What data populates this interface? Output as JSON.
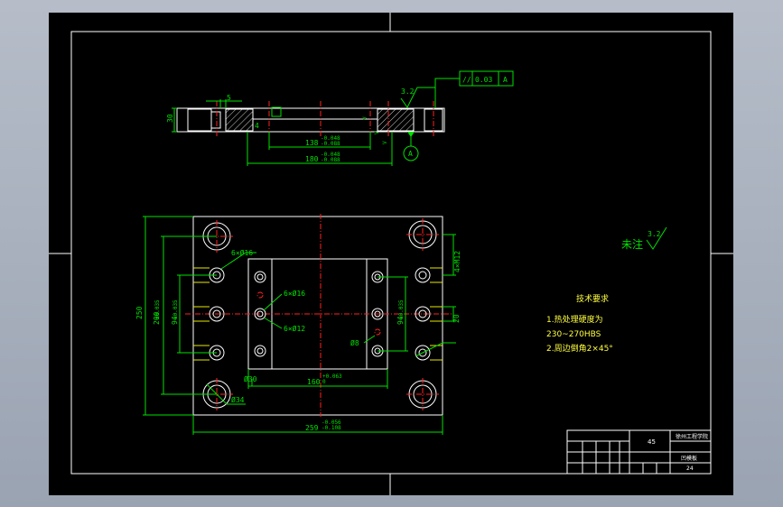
{
  "colors": {
    "paper": "#000000",
    "frame": "#ffffff",
    "dimension": "#00e000",
    "centerline": "#ff2020",
    "notes": "#ffff40"
  },
  "top_view": {
    "dim_5": "5",
    "dim_30": "30",
    "dim_4": "4",
    "dim_138": "138",
    "dim_138_tol_upper": "-0.048",
    "dim_138_tol_lower": "-0.088",
    "dim_180": "180",
    "dim_180_tol_upper": "-0.048",
    "dim_180_tol_lower": "-0.088",
    "roughness_top": "3.2",
    "datum_letter": "A",
    "tolerance_symbol": "//",
    "tolerance_value": "0.03",
    "tolerance_datum": "A"
  },
  "plan_view": {
    "dim_250": "250",
    "dim_200": "200",
    "dim_200_tol": "±0.035",
    "dim_94": "94",
    "dim_94_tol": "±0.035",
    "dim_94_right": "94",
    "dim_94_right_tol": "±0.035",
    "label_holes_16_outer": "6×Ø16",
    "label_holes_16_inner": "6×Ø16",
    "label_holes_12": "6×Ø12",
    "label_phi8": "Ø8",
    "label_phi30": "Ø30",
    "label_phi34": "Ø34",
    "dim_4xM12": "4×M12",
    "dim_20": "20",
    "dim_160": "160",
    "dim_160_tol_upper": "+0.063",
    "dim_160_tol_lower": "0",
    "dim_259": "259",
    "dim_259_tol_upper": "-0.056",
    "dim_259_tol_lower": "-0.108"
  },
  "notes": {
    "other_roughness_label": "未注",
    "other_roughness_value": "3.2",
    "title": "技术要求",
    "line1": "1.热处理硬度为",
    "line2": "230~270HBS",
    "line3": "2.周边倒角2×45°"
  },
  "title_block": {
    "material": "45",
    "school": "徐州工程学院",
    "part_name": "凹模板",
    "drawing_no": "24"
  }
}
